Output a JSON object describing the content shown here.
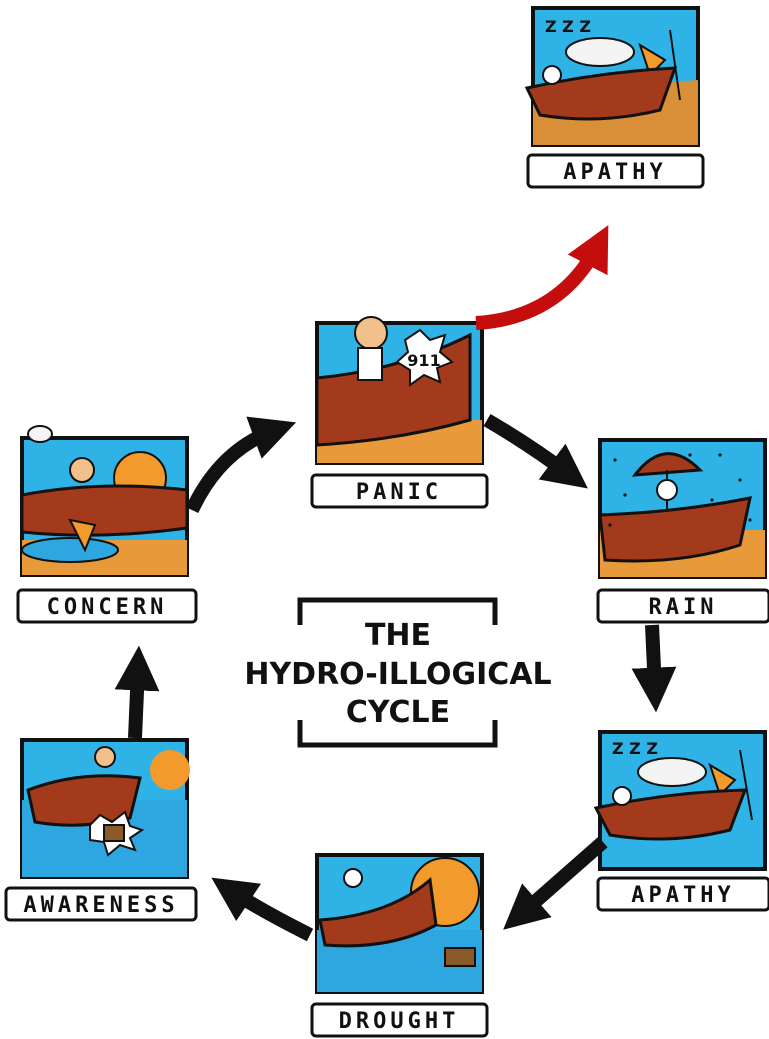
{
  "title": {
    "line1": "THE",
    "line2": "HYDRO-ILLOGICAL",
    "line3": "CYCLE"
  },
  "panels": {
    "apathy_top": "APATHY",
    "panic": "PANIC",
    "rain": "RAIN",
    "apathy": "APATHY",
    "drought": "DROUGHT",
    "awareness": "AWARENESS",
    "concern": "CONCERN"
  },
  "callouts": {
    "phone_text": "911",
    "snore_text": "Z Z Z"
  },
  "colors": {
    "sky": "#2fb3e6",
    "boat": "#a33a1c",
    "sand": "#e89a3a",
    "sun": "#f39a2c",
    "cloud": "#f4f4f4",
    "water": "#2ea6e0",
    "arrow": "#111111",
    "escape_arrow": "#c40d0d"
  }
}
